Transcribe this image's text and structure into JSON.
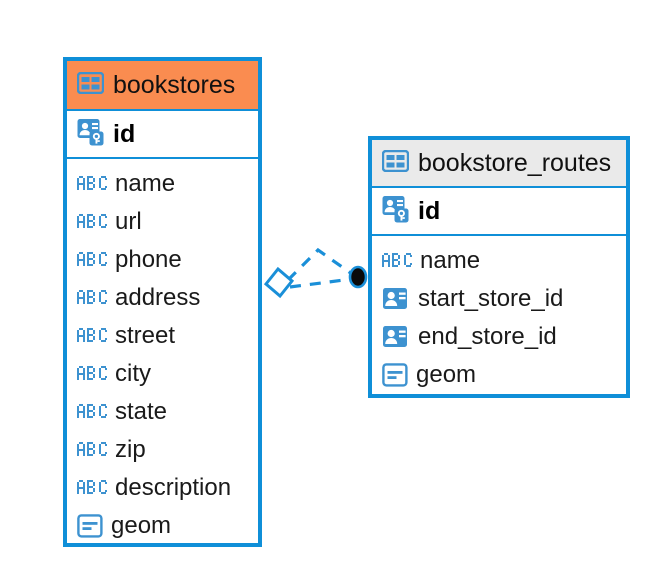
{
  "diagram": {
    "kind": "entity-relationship-diagram",
    "background": "#ffffff",
    "accent_border": "#0f8fd8",
    "highlight_header": "#fa8c50",
    "plain_header": "#eaeaea",
    "icon_blue": "#3d92d0",
    "connector_color": "#1a8fd8",
    "endpoint_fill": "#0a0a0a"
  },
  "entities": [
    {
      "name": "bookstores",
      "title_icon": "table-icon",
      "header_style": "highlight",
      "primary_key": {
        "label": "id",
        "icon": "primary-key-icon"
      },
      "fields": [
        {
          "label": "name",
          "icon": "abc-string-icon"
        },
        {
          "label": "url",
          "icon": "abc-string-icon"
        },
        {
          "label": "phone",
          "icon": "abc-string-icon"
        },
        {
          "label": "address",
          "icon": "abc-string-icon"
        },
        {
          "label": "street",
          "icon": "abc-string-icon"
        },
        {
          "label": "city",
          "icon": "abc-string-icon"
        },
        {
          "label": "state",
          "icon": "abc-string-icon"
        },
        {
          "label": "zip",
          "icon": "abc-string-icon"
        },
        {
          "label": "description",
          "icon": "abc-string-icon"
        },
        {
          "label": "geom",
          "icon": "geometry-icon"
        }
      ]
    },
    {
      "name": "bookstore_routes",
      "title_icon": "table-icon",
      "header_style": "plain",
      "primary_key": {
        "label": "id",
        "icon": "primary-key-icon"
      },
      "fields": [
        {
          "label": "name",
          "icon": "abc-string-icon"
        },
        {
          "label": "start_store_id",
          "icon": "foreign-key-icon"
        },
        {
          "label": "end_store_id",
          "icon": "foreign-key-icon"
        },
        {
          "label": "geom",
          "icon": "geometry-icon"
        }
      ]
    }
  ],
  "relationship": {
    "from_entity": "bookstores",
    "to_entity": "bookstore_routes",
    "source_marker": "hollow-diamond",
    "target_marker": "filled-circle",
    "line_style": "dashed",
    "branch_count": 2
  }
}
